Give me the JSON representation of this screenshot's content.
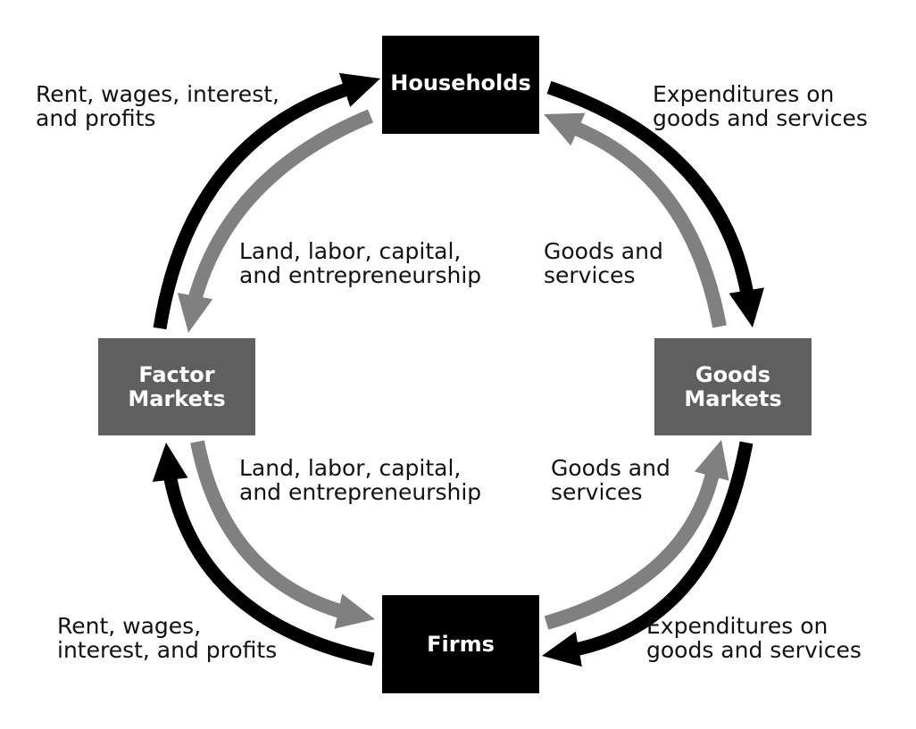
{
  "colors": {
    "money_flow": "#000000",
    "real_flow": "#808080",
    "primary_node": "#000000",
    "market_node": "#5f5f5f",
    "label_text": "#111111",
    "background": "#ffffff"
  },
  "nodes": {
    "households": "Households",
    "firms": "Firms",
    "factor_markets": "Factor\nMarkets",
    "goods_markets": "Goods\nMarkets"
  },
  "labels": {
    "money_top_left": "Rent, wages, interest,\nand profits",
    "money_top_right": "Expenditures on\ngoods and services",
    "resources_top": "Land, labor, capital,\nand entrepreneurship",
    "goods_top": "Goods and\nservices",
    "resources_bottom": "Land, labor, capital,\nand entrepreneurship",
    "goods_bottom": "Goods and\nservices",
    "money_bottom_left": "Rent, wages,\ninterest, and profits",
    "money_bottom_right": "Expenditures on\ngoods and services"
  },
  "arrows": [
    {
      "id": "arrow-income-to-households",
      "flow": "money",
      "from": "factor_markets",
      "to": "households"
    },
    {
      "id": "arrow-expenditure-to-goods-markets",
      "flow": "money",
      "from": "households",
      "to": "goods_markets"
    },
    {
      "id": "arrow-goods-to-households",
      "flow": "real",
      "from": "goods_markets",
      "to": "households"
    },
    {
      "id": "arrow-resources-to-factor-markets",
      "flow": "real",
      "from": "households",
      "to": "factor_markets"
    },
    {
      "id": "arrow-resources-to-firms",
      "flow": "real",
      "from": "factor_markets",
      "to": "firms"
    },
    {
      "id": "arrow-payments-to-factor-markets",
      "flow": "money",
      "from": "firms",
      "to": "factor_markets"
    },
    {
      "id": "arrow-goods-to-goods-markets",
      "flow": "real",
      "from": "firms",
      "to": "goods_markets"
    },
    {
      "id": "arrow-revenue-to-firms",
      "flow": "money",
      "from": "goods_markets",
      "to": "firms"
    }
  ]
}
